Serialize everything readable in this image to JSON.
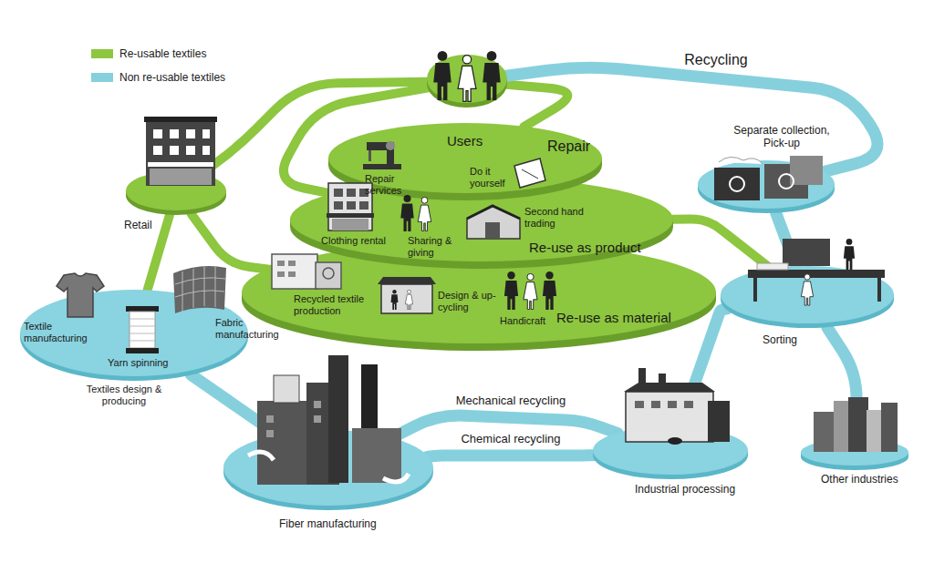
{
  "diagram": {
    "nodes": [
      {
        "text": [
          "Users"
        ]
      },
      {
        "text": [
          "Repair",
          "Repair services",
          "Do it yourself"
        ]
      },
      {
        "text": [
          "Re-use as product",
          "Clothing rental",
          "Sharing & giving",
          "Second hand trading"
        ]
      },
      {
        "text": [
          "Re-use as material",
          "Recycled textile production",
          "Design & up-cycling",
          "Handicraft"
        ]
      },
      {
        "text": [
          "Retail"
        ]
      },
      {
        "text": [
          "Separate collection, Pick-up"
        ]
      },
      {
        "text": [
          "Textiles design & producing",
          "Textile manufacturing",
          "Yarn spinning",
          "Fabric manufacturing"
        ]
      },
      {
        "text": [
          "Sorting"
        ]
      },
      {
        "text": [
          "Fiber manufacturing"
        ]
      },
      {
        "text": [
          "Industrial processing"
        ]
      },
      {
        "text": [
          "Other industries"
        ]
      }
    ],
    "edges": [
      {
        "from": 0,
        "to": 4,
        "arrow": "none"
      },
      {
        "from": 0,
        "to": 2,
        "arrow": "none"
      },
      {
        "from": 0,
        "to": 1,
        "arrow": "none"
      },
      {
        "from": 4,
        "to": 3,
        "arrow": "none"
      },
      {
        "from": 6,
        "to": 4,
        "arrow": "none"
      },
      {
        "from": 8,
        "to": 6,
        "arrow": "none"
      },
      {
        "from": 9,
        "to": 8,
        "label": "Mechanical recycling",
        "arrow": "none"
      },
      {
        "from": 9,
        "to": 8,
        "label": "Chemical recycling",
        "arrow": "none"
      },
      {
        "from": 0,
        "to": 5,
        "label": "Recycling",
        "arrow": "none"
      },
      {
        "from": 5,
        "to": 7,
        "arrow": "none"
      },
      {
        "from": 7,
        "to": 9,
        "arrow": "none"
      },
      {
        "from": 7,
        "to": 10,
        "arrow": "none"
      },
      {
        "from": 7,
        "to": 2,
        "arrow": "none"
      }
    ],
    "legend": [
      {
        "text": "Re-usable textiles",
        "color": "#8dc63f"
      },
      {
        "text": "Non re-usable textiles",
        "color": "#86d0dd"
      }
    ]
  }
}
